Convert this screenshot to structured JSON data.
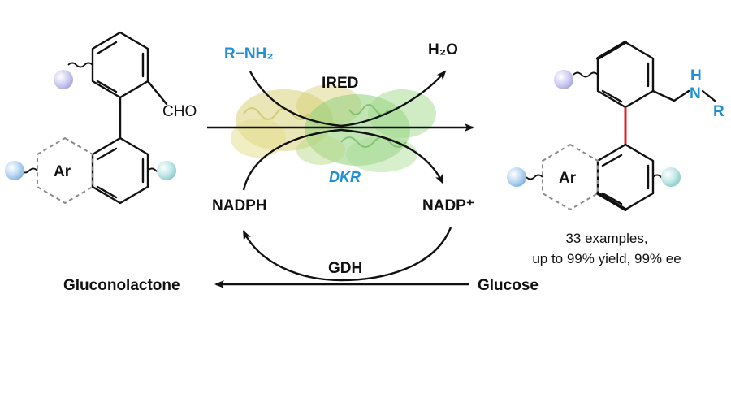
{
  "reagents": {
    "amine": "R−NH₂",
    "water": "H₂O",
    "enzyme": "IRED",
    "process": "DKR",
    "cofactor_reduced": "NADPH",
    "cofactor_oxidized": "NADP⁺",
    "recycling_enzyme": "GDH",
    "sugar_in": "Glucose",
    "sugar_out": "Gluconolactone"
  },
  "substrate": {
    "aldehyde_label": "CHO",
    "aryl_label": "Ar"
  },
  "product": {
    "aryl_label": "Ar",
    "amine_h": "H",
    "amine_n": "N",
    "amine_r": "R"
  },
  "summary": {
    "line1": "33 examples,",
    "line2": "up to 99% yield, 99% ee"
  },
  "colors": {
    "blue_text": "#1f8fd6",
    "new_bond": "#e02020",
    "sphere_lavender": "#cfcdf2",
    "sphere_teal": "#bfe6e6",
    "protein_yellow": "#d9d27a",
    "protein_green": "#8fcf7a"
  }
}
